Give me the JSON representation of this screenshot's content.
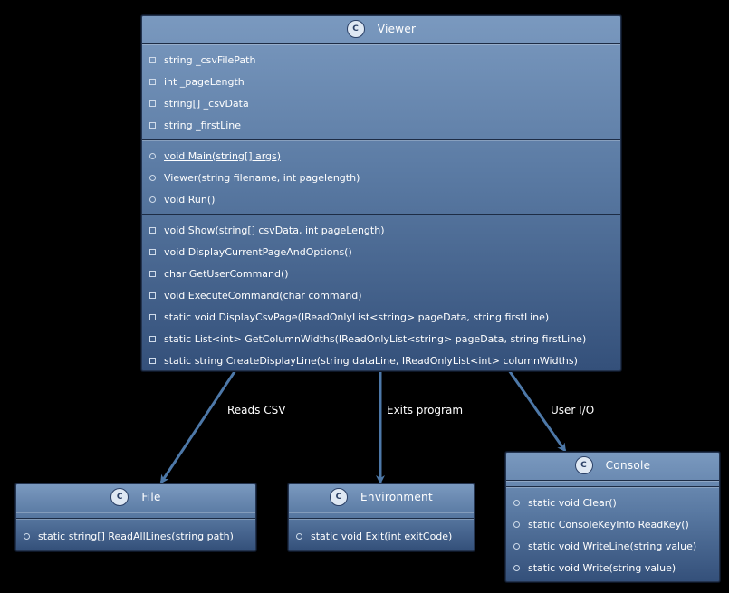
{
  "viewer": {
    "name": "Viewer",
    "badge": "C",
    "fields": [
      "string _csvFilePath",
      "int _pageLength",
      "string[] _csvData",
      "string _firstLine"
    ],
    "methods_public": [
      "void Main(string[] args)",
      "Viewer(string filename, int pagelength)",
      "void Run()"
    ],
    "methods_private": [
      "void Show(string[] csvData, int pageLength)",
      "void DisplayCurrentPageAndOptions()",
      "char GetUserCommand()",
      "void ExecuteCommand(char command)",
      "static void DisplayCsvPage(IReadOnlyList<string> pageData, string firstLine)",
      "static List<int> GetColumnWidths(IReadOnlyList<string> pageData, string firstLine)",
      "static string CreateDisplayLine(string dataLine, IReadOnlyList<int> columnWidths)"
    ]
  },
  "file": {
    "name": "File",
    "badge": "C",
    "methods": [
      "static string[] ReadAllLines(string path)"
    ]
  },
  "environment": {
    "name": "Environment",
    "badge": "C",
    "methods": [
      "static void Exit(int exitCode)"
    ]
  },
  "console": {
    "name": "Console",
    "badge": "C",
    "methods": [
      "static void Clear()",
      "static ConsoleKeyInfo ReadKey()",
      "static void WriteLine(string value)",
      "static void Write(string value)"
    ]
  },
  "relations": {
    "file": "Reads CSV",
    "environment": "Exits program",
    "console": "User I/O"
  },
  "colors": {
    "arrow": "#4d78a8",
    "bg": "#000000"
  }
}
